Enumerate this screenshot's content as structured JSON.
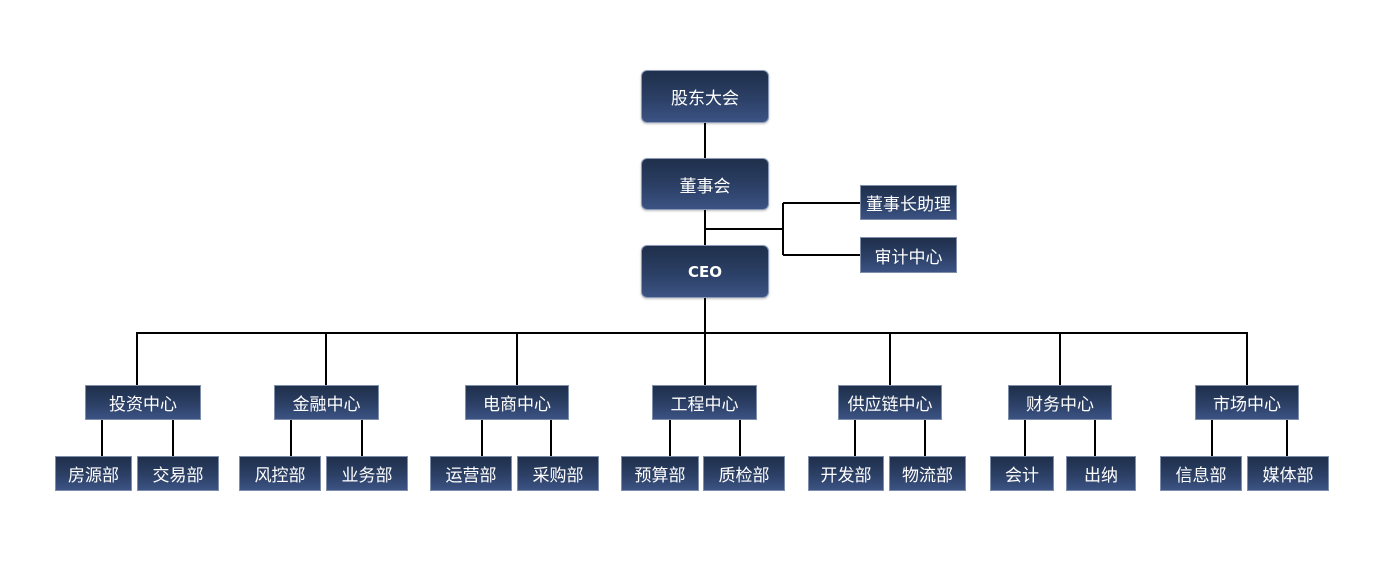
{
  "top": {
    "shareholders": "股东大会",
    "board": "董事会",
    "ceo": "CEO"
  },
  "staff": {
    "assistant": "董事长助理",
    "audit": "审计中心"
  },
  "centers": [
    {
      "label": "投资中心",
      "children": [
        "房源部",
        "交易部"
      ]
    },
    {
      "label": "金融中心",
      "children": [
        "风控部",
        "业务部"
      ]
    },
    {
      "label": "电商中心",
      "children": [
        "运营部",
        "采购部"
      ]
    },
    {
      "label": "工程中心",
      "children": [
        "预算部",
        "质检部"
      ]
    },
    {
      "label": "供应链中心",
      "children": [
        "开发部",
        "物流部"
      ]
    },
    {
      "label": "财务中心",
      "children": [
        "会计",
        "出纳"
      ]
    },
    {
      "label": "市场中心",
      "children": [
        "信息部",
        "媒体部"
      ]
    }
  ],
  "colors": {
    "node_dark": "#1f2f4b",
    "node_light": "#3b5384",
    "connector": "#000000"
  }
}
